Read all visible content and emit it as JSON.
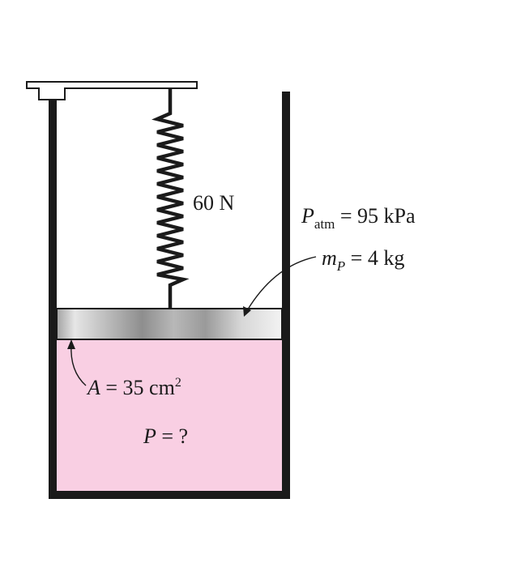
{
  "diagram": {
    "spring_label": "60 N",
    "atm_pressure": {
      "symbol": "P",
      "subscript": "atm",
      "relation": " = 95 kPa"
    },
    "piston_mass": {
      "symbol": "m",
      "subscript": "P",
      "relation": " = 4 kg"
    },
    "area": {
      "symbol": "A",
      "relation": " = 35 cm",
      "superscript": "2"
    },
    "gas_pressure": {
      "symbol": "P",
      "relation": " = ?"
    }
  },
  "colors": {
    "wall": "#1a1a1a",
    "gas": "#f9cfe3",
    "piston_light": "#f0f0f0",
    "piston_dark": "#8e8e8e"
  }
}
